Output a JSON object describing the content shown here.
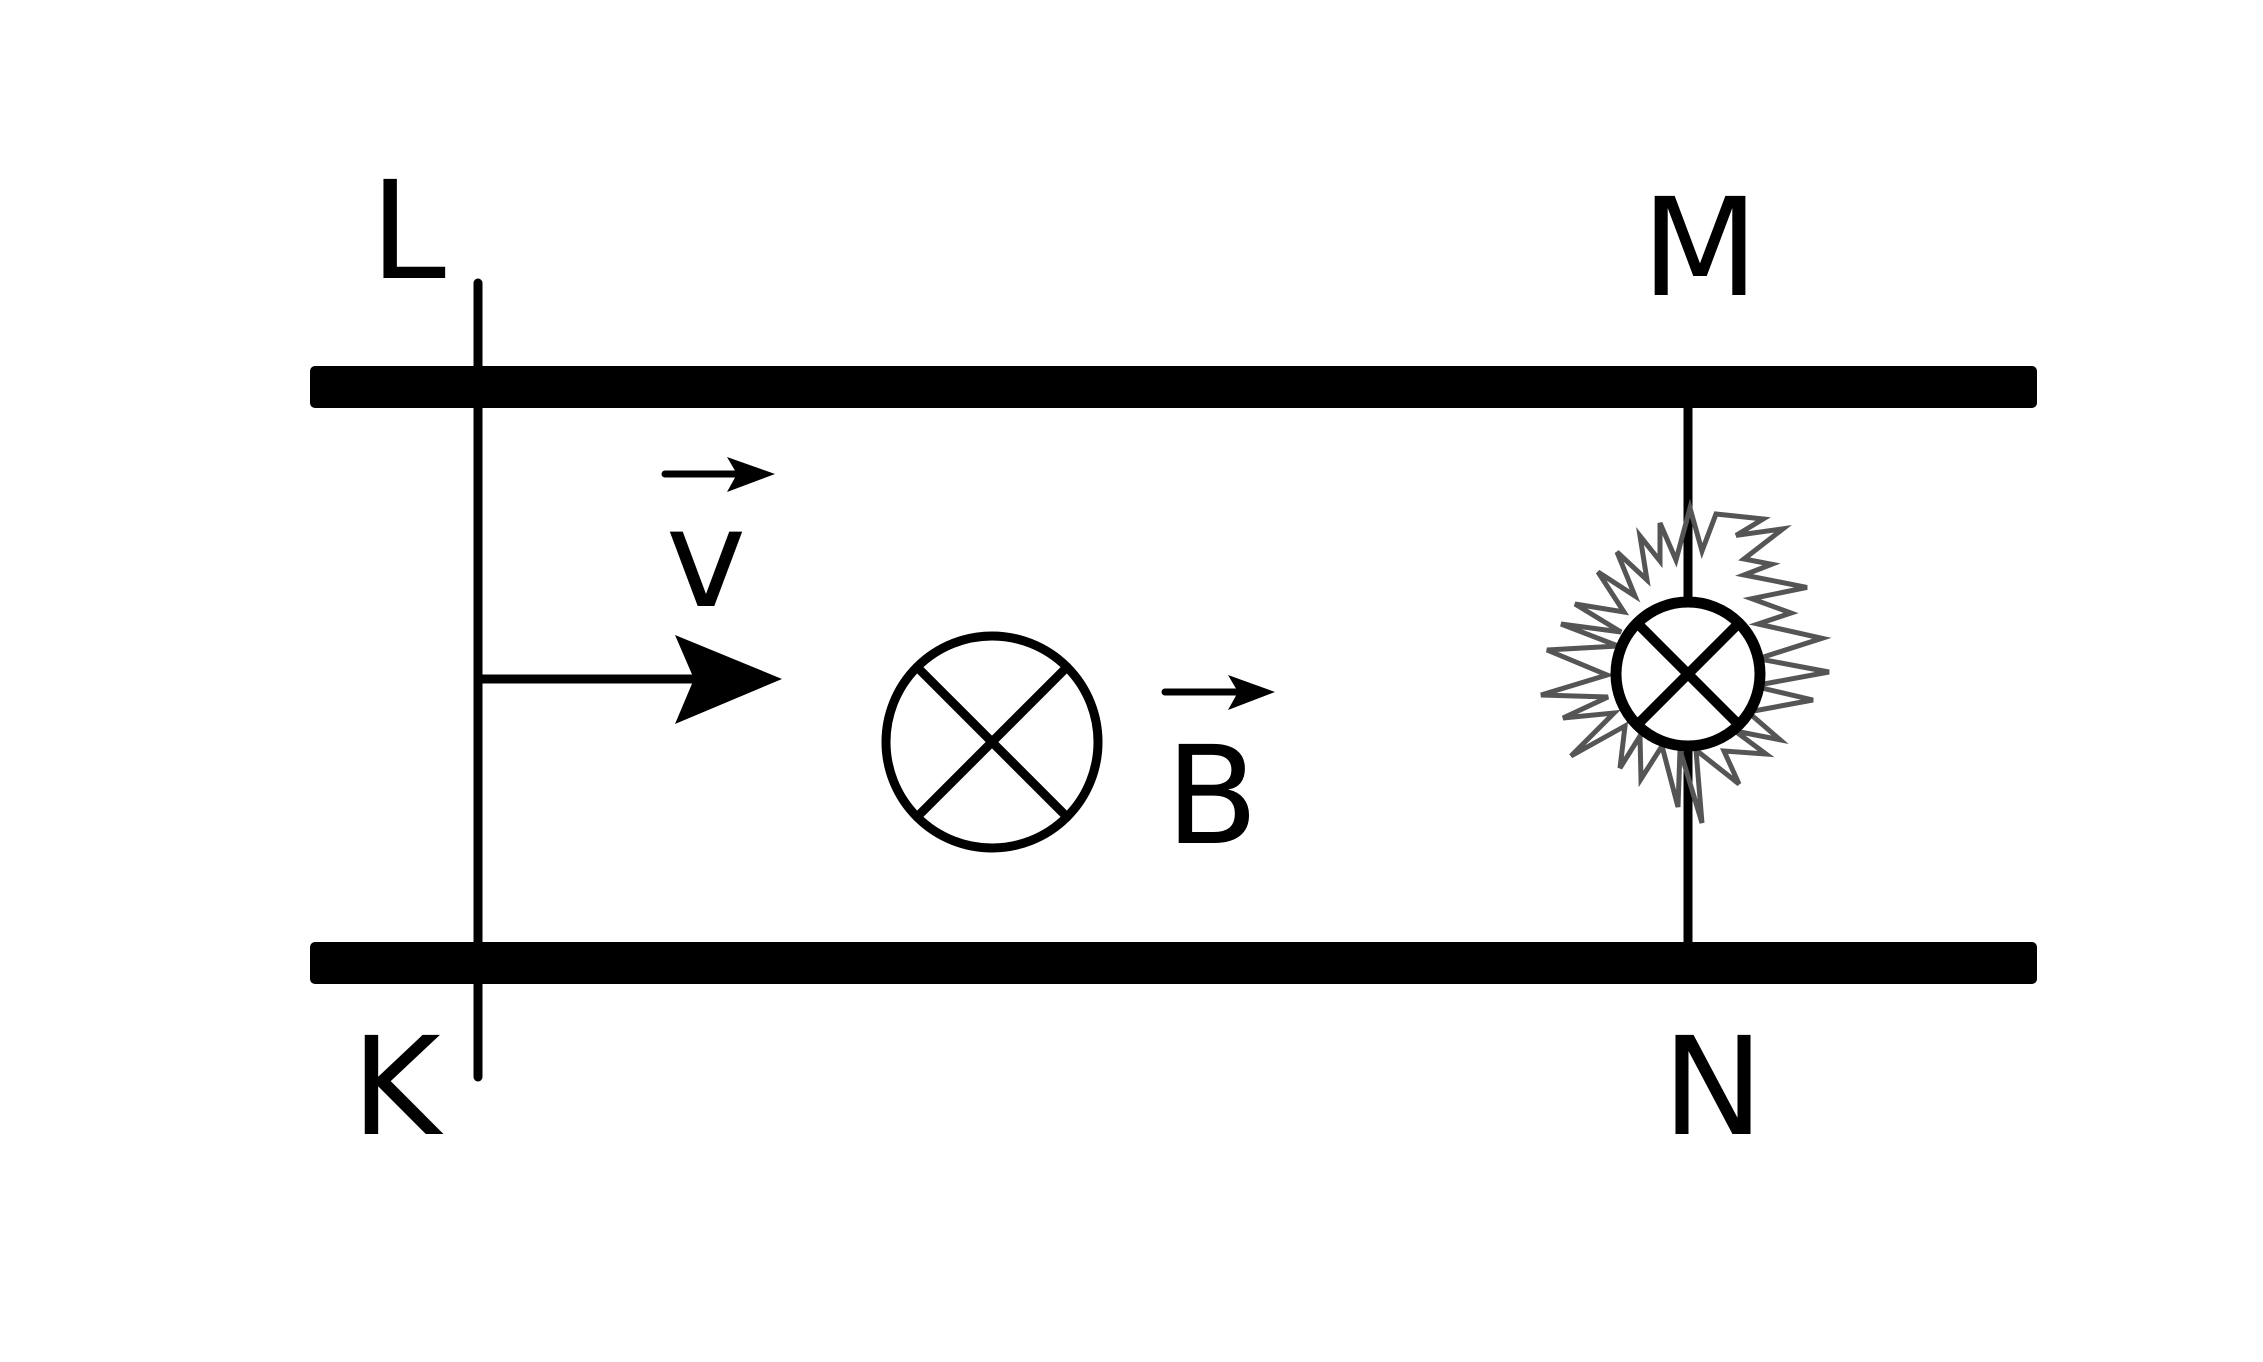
{
  "labels": {
    "top_left": "L",
    "bottom_left": "K",
    "top_right": "M",
    "bottom_right": "N",
    "velocity": "v",
    "field": "B"
  },
  "icons": {
    "field_symbol": "circle-cross-icon",
    "lamp": "lamp-glowing-icon",
    "velocity_arrow": "arrow-right-icon"
  },
  "colors": {
    "ink": "#000000",
    "glow": "#555555",
    "background": "#ffffff"
  }
}
